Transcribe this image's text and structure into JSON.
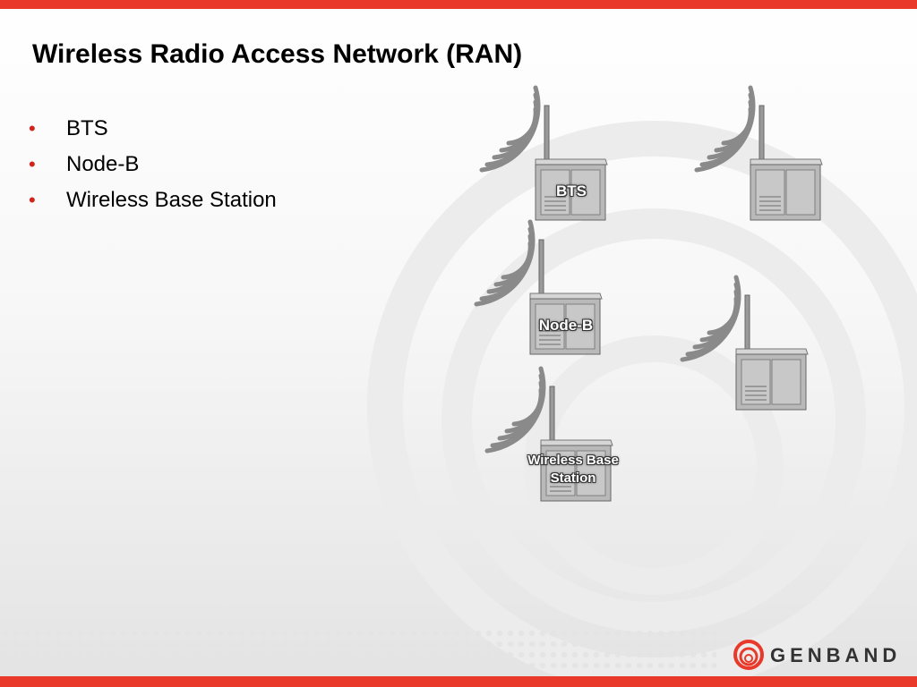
{
  "slide": {
    "title": "Wireless Radio Access Network (RAN)",
    "bullets": [
      "BTS",
      "Node-B",
      "Wireless Base Station"
    ]
  },
  "diagram": {
    "towers": [
      {
        "label_lines": [
          "BTS"
        ]
      },
      {
        "label_lines": []
      },
      {
        "label_lines": [
          "Node-B"
        ]
      },
      {
        "label_lines": []
      },
      {
        "label_lines": [
          "Wireless Base",
          "Station"
        ]
      }
    ]
  },
  "brand": {
    "logo_text": "GENBAND",
    "accent_color": "#e8392a",
    "bullet_color": "#d2231c"
  }
}
